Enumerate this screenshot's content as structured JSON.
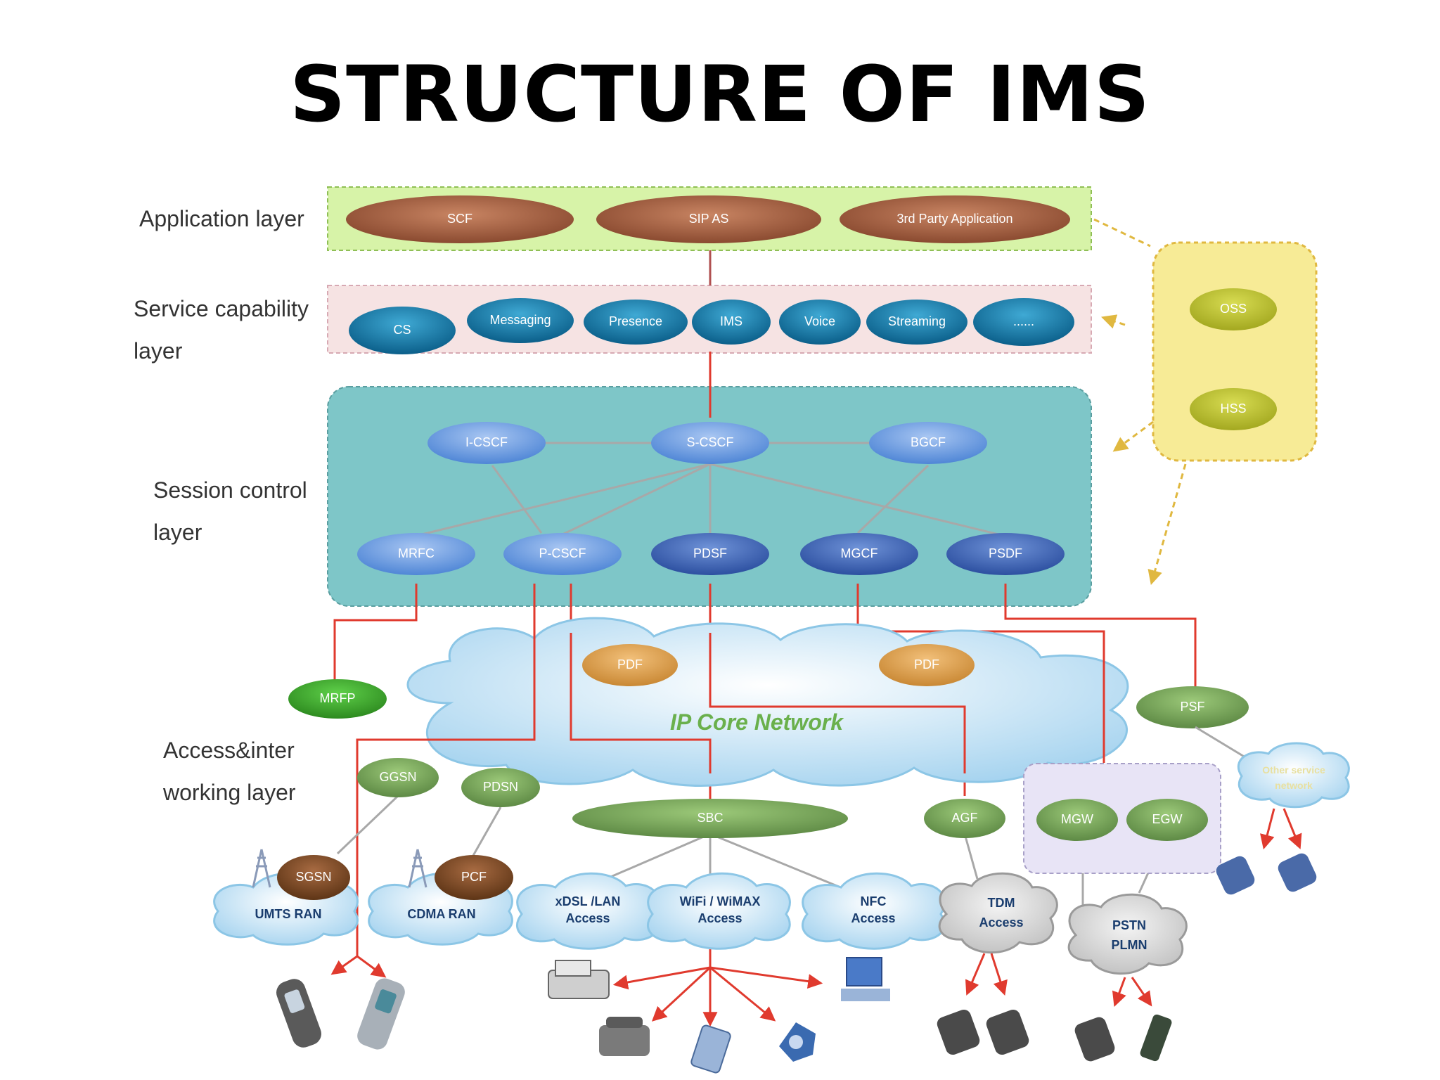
{
  "title": "STRUCTURE OF IMS",
  "layers": {
    "application": "Application layer",
    "service_1": "Service capability",
    "service_2": "layer",
    "session_1": "Session control",
    "session_2": "layer",
    "access_1": "Access&inter",
    "access_2": "working layer"
  },
  "application_nodes": [
    "SCF",
    "SIP AS",
    "3rd Party Application"
  ],
  "service_nodes": [
    "CS",
    "Messaging",
    "Presence",
    "IMS",
    "Voice",
    "Streaming",
    "......"
  ],
  "side_nodes": [
    "OSS",
    "HSS"
  ],
  "session_nodes_top": [
    "I-CSCF",
    "S-CSCF",
    "BGCF"
  ],
  "session_nodes_bottom": [
    "MRFC",
    "P-CSCF",
    "PDSF",
    "MGCF",
    "PSDF"
  ],
  "pdf_nodes": [
    "PDF",
    "PDF"
  ],
  "core_network": "IP Core Network",
  "access_nodes": {
    "mrfp": "MRFP",
    "psf": "PSF",
    "ggsn": "GGSN",
    "pdsn": "PDSN",
    "sbc": "SBC",
    "agf": "AGF",
    "mgw": "MGW",
    "egw": "EGW",
    "sgsn": "SGSN",
    "pcf": "PCF"
  },
  "access_clouds": {
    "umts": "UMTS RAN",
    "cdma": "CDMA RAN",
    "xdsl_1": "xDSL /LAN",
    "xdsl_2": "Access",
    "wifi_1": "WiFi / WiMAX",
    "wifi_2": "Access",
    "nfc_1": "NFC",
    "nfc_2": "Access",
    "tdm_1": "TDM",
    "tdm_2": "Access",
    "pstn_1": "PSTN",
    "pstn_2": "PLMN",
    "other_1": "Other service",
    "other_2": "network"
  }
}
